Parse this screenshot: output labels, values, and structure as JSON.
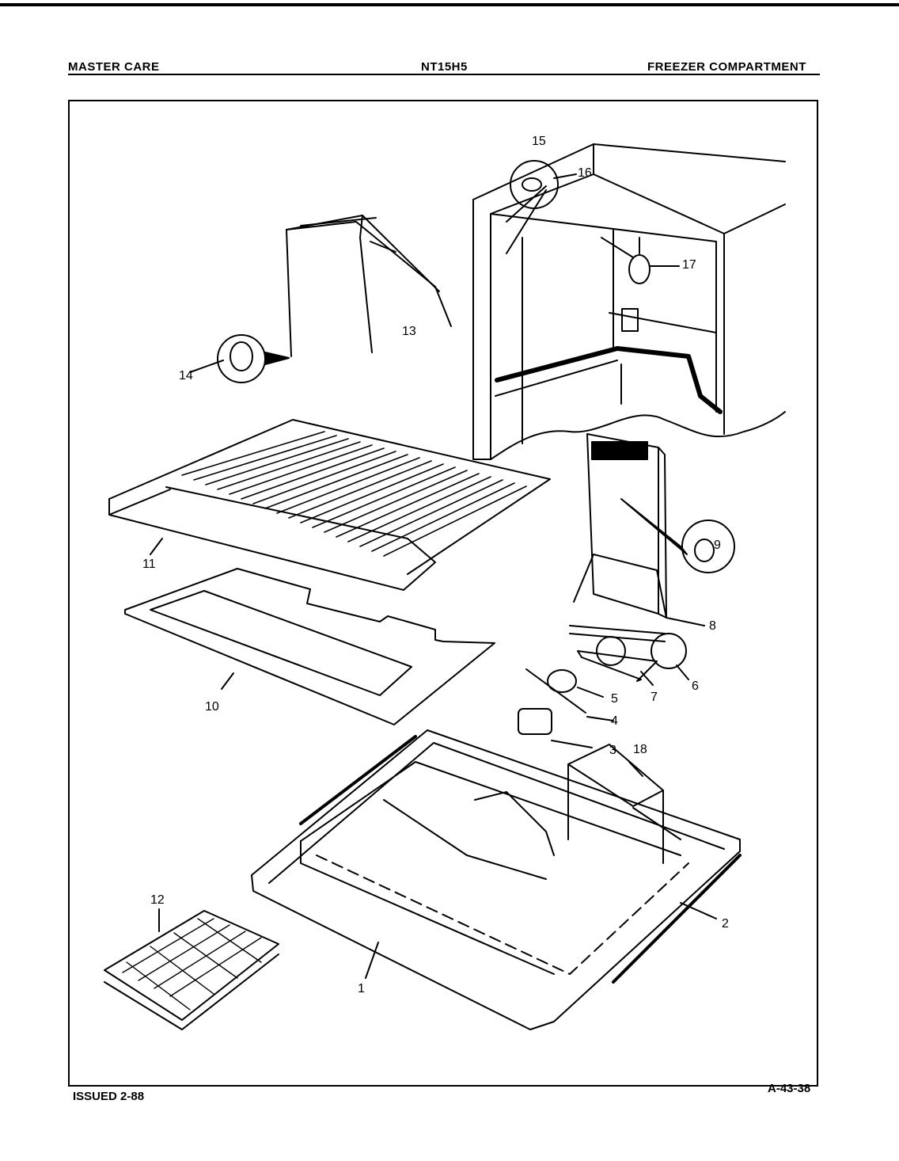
{
  "header": {
    "left": "MASTER CARE",
    "center": "NT15H5",
    "right": "FREEZER COMPARTMENT"
  },
  "footer": {
    "issued": "ISSUED 2-88",
    "code": "A-43-38"
  },
  "callouts": [
    {
      "id": "c1",
      "label": "1"
    },
    {
      "id": "c2",
      "label": "2"
    },
    {
      "id": "c3",
      "label": "3"
    },
    {
      "id": "c4",
      "label": "4"
    },
    {
      "id": "c5",
      "label": "5"
    },
    {
      "id": "c6",
      "label": "6"
    },
    {
      "id": "c7",
      "label": "7"
    },
    {
      "id": "c8",
      "label": "8"
    },
    {
      "id": "c9",
      "label": "9"
    },
    {
      "id": "c10",
      "label": "10"
    },
    {
      "id": "c11",
      "label": "11"
    },
    {
      "id": "c12",
      "label": "12"
    },
    {
      "id": "c13",
      "label": "13"
    },
    {
      "id": "c14",
      "label": "14"
    },
    {
      "id": "c15",
      "label": "15"
    },
    {
      "id": "c16",
      "label": "16"
    },
    {
      "id": "c17",
      "label": "17"
    },
    {
      "id": "c18",
      "label": "18"
    }
  ]
}
